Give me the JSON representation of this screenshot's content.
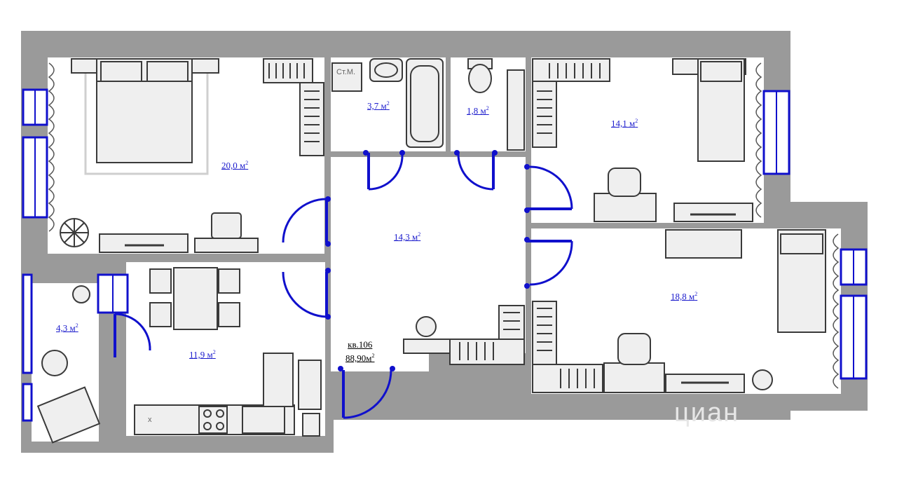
{
  "rooms": {
    "bedroom_main": {
      "area": "20,0 м",
      "unit_sup": "2"
    },
    "storage_bath": {
      "area": "3,7 м",
      "unit_sup": "2"
    },
    "toilet": {
      "area": "1,8 м",
      "unit_sup": "2"
    },
    "bedroom_right": {
      "area": "14,1 м",
      "unit_sup": "2"
    },
    "hallway": {
      "area": "14,3 м",
      "unit_sup": "2"
    },
    "bedroom_lower": {
      "area": "18,8 м",
      "unit_sup": "2"
    },
    "balcony": {
      "area": "4,3 м",
      "unit_sup": "2"
    },
    "kitchen": {
      "area": "11,9 м",
      "unit_sup": "2"
    }
  },
  "apartment": {
    "number": "кв.106",
    "total_area": "88,90м",
    "unit_sup": "2"
  },
  "labels": {
    "washer": "Ст.М.",
    "stove_x": "x"
  },
  "watermark": "циан",
  "colors": {
    "wall": "#9a9a9a",
    "door_window": "#1010cc",
    "area_text": "#1a1acc"
  }
}
